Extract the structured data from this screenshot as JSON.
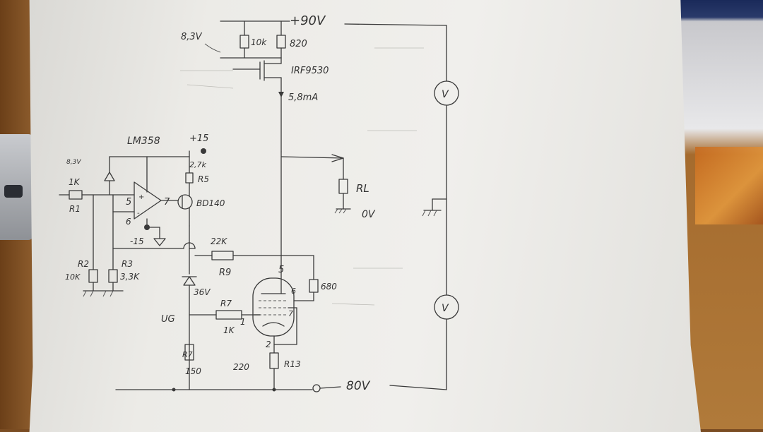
{
  "rails": {
    "supply": "+90V",
    "ground": "80V",
    "rl_ground": "0V"
  },
  "labels": {
    "v_83": "8,3V",
    "r_10k_top": "10k",
    "r_820": "820",
    "mosfet": "IRF9530",
    "current": "5,8mA",
    "opamp": "LM358",
    "plus15": "+15",
    "r5_val": "2,7k",
    "r5": "R5",
    "bd140": "BD140",
    "r1_val": "1K",
    "r1": "R1",
    "pin5": "5",
    "pin6": "6",
    "pin7": "7",
    "minus15": "-15",
    "r2": "R2",
    "r2_val": "10K",
    "r3": "R3",
    "r3_val": "3,3K",
    "r9_val": "22K",
    "r9": "R9",
    "zener": "36V",
    "ug": "UG",
    "r7_top": "R7",
    "r7_val": "1K",
    "r8": "R7",
    "r8_val": "150",
    "tube_pin5": "5",
    "tube_pin6": "6",
    "tube_pin7": "7",
    "tube_pin1": "1",
    "tube_pin2": "2",
    "r680": "680",
    "r220": "220",
    "r13": "R13",
    "rl": "RL",
    "meter_v": "V"
  }
}
